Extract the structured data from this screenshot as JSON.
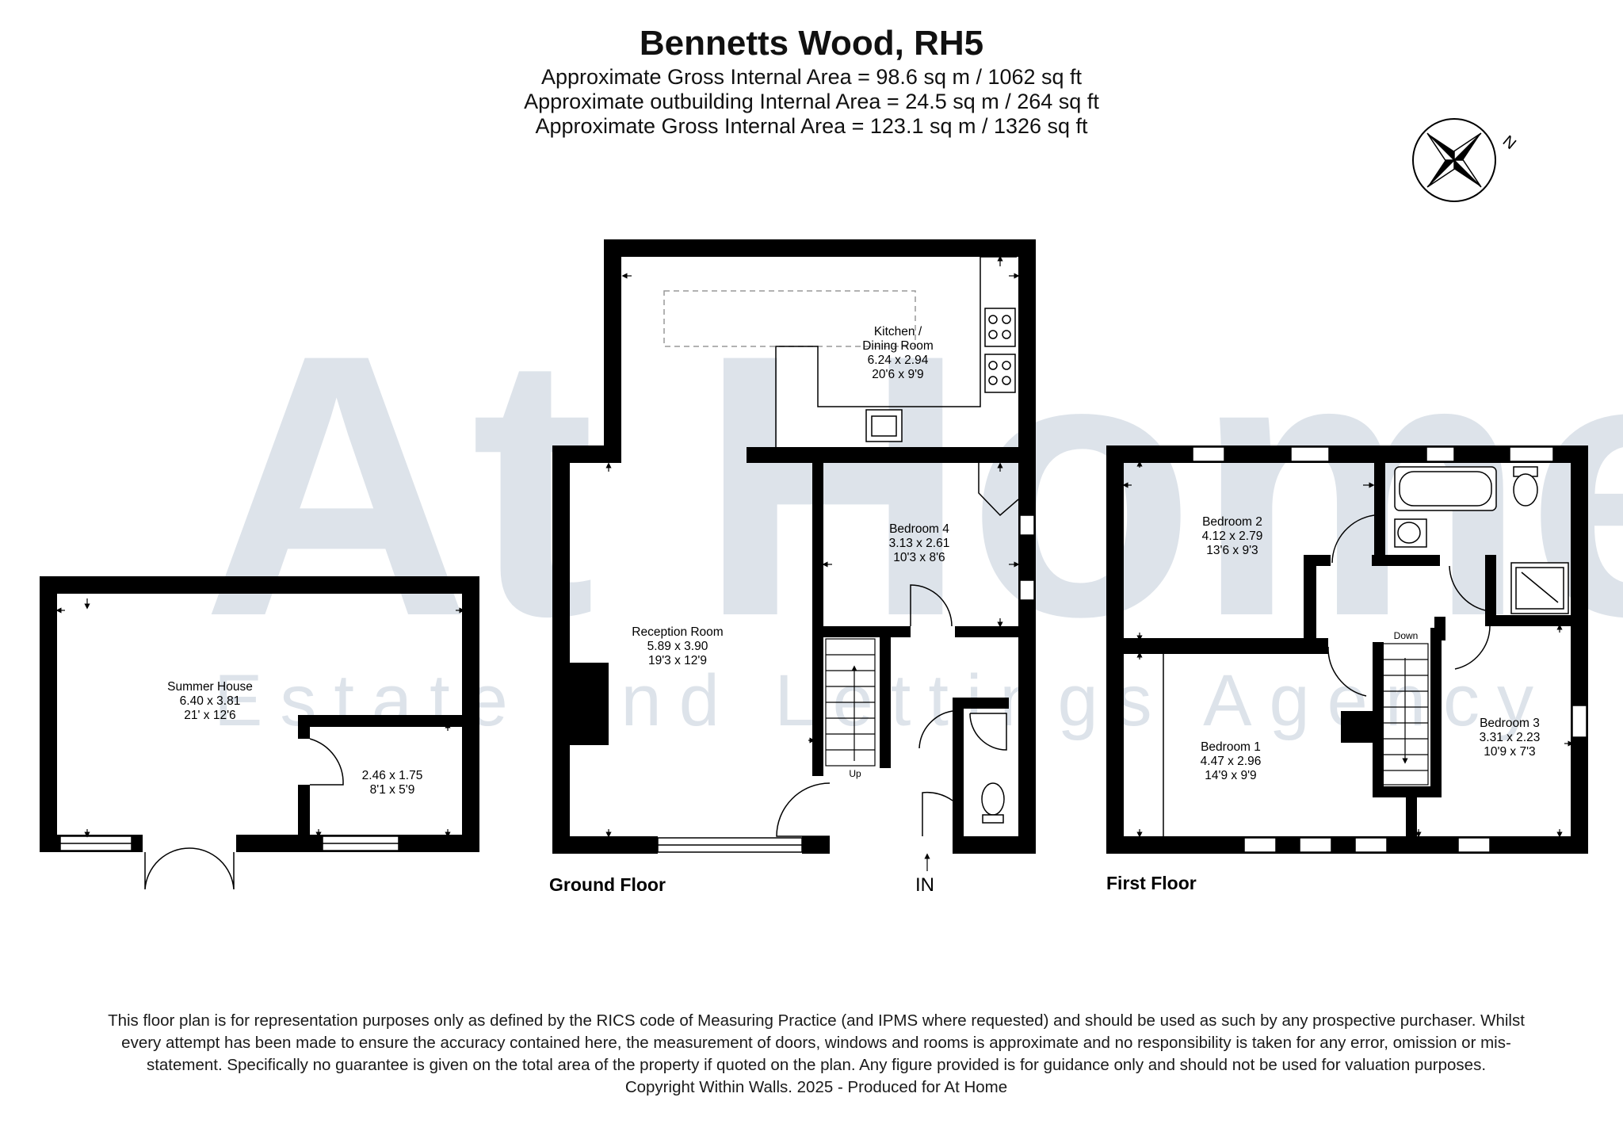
{
  "header": {
    "title": "Bennetts Wood, RH5",
    "areas": [
      "Approximate Gross Internal Area = 98.6 sq m / 1062 sq ft",
      "Approximate outbuilding Internal Area = 24.5 sq m / 264 sq ft",
      "Approximate Gross Internal Area = 123.1 sq m / 1326 sq ft"
    ]
  },
  "compass": {
    "label": "N",
    "icon": "compass-rose-icon"
  },
  "watermark": {
    "logo_text": "At Home",
    "tagline": "Estate and Lettings Agency"
  },
  "floors": {
    "ground_label": "Ground Floor",
    "first_label": "First Floor",
    "entrance_label": "IN"
  },
  "rooms": {
    "kitchen": {
      "name": "Kitchen /",
      "name2": "Dining Room",
      "metric": "6.24 x 2.94",
      "imperial": "20'6 x 9'9"
    },
    "bedroom4": {
      "name": "Bedroom 4",
      "metric": "3.13 x 2.61",
      "imperial": "10'3 x 8'6"
    },
    "reception": {
      "name": "Reception Room",
      "metric": "5.89 x 3.90",
      "imperial": "19'3 x 12'9"
    },
    "summer": {
      "name": "Summer House",
      "metric": "6.40 x 3.81",
      "imperial": "21' x 12'6"
    },
    "store": {
      "metric": "2.46 x 1.75",
      "imperial": "8'1 x 5'9"
    },
    "bedroom2": {
      "name": "Bedroom 2",
      "metric": "4.12 x 2.79",
      "imperial": "13'6 x 9'3"
    },
    "bedroom1": {
      "name": "Bedroom 1",
      "metric": "4.47 x 2.96",
      "imperial": "14'9 x 9'9"
    },
    "bedroom3": {
      "name": "Bedroom 3",
      "metric": "3.31 x 2.23",
      "imperial": "10'9 x 7'3"
    }
  },
  "stairs": {
    "up": "Up",
    "down": "Down"
  },
  "colors": {
    "wall": "#000000",
    "watermark": "#dde3ea"
  },
  "footer": {
    "disclaimer": "This floor plan is for representation purposes only as defined by the RICS code of Measuring Practice (and IPMS where requested) and should be used as such by any prospective purchaser. Whilst every attempt has been made to ensure the accuracy contained here, the measurement of doors, windows and rooms is approximate and no responsibility is taken for any error, omission or mis-statement. Specifically no guarantee is given on the total area of the property if quoted on the plan. Any figure provided is for guidance only and should not be used for valuation purposes.",
    "copyright": "Copyright Within Walls. 2025 - Produced for At Home"
  }
}
